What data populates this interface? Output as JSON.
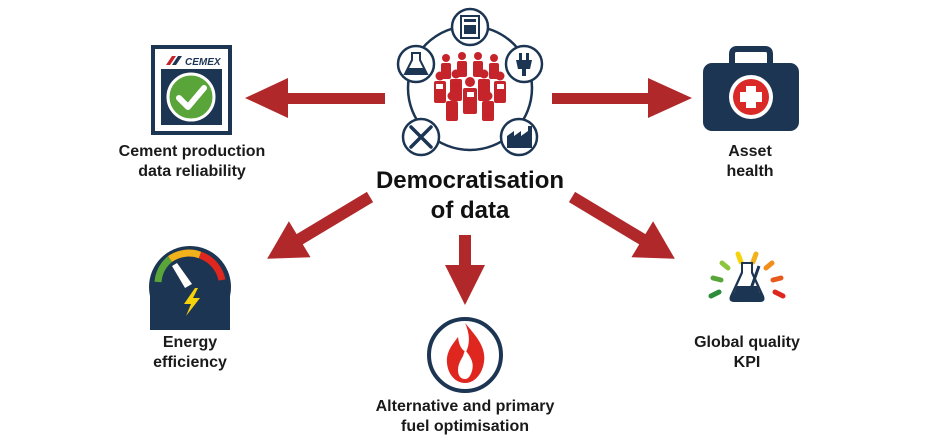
{
  "center": {
    "title_line1": "Democratisation",
    "title_line2": "of data"
  },
  "nodes": {
    "cement": {
      "line1": "Cement production",
      "line2": "data reliability",
      "logo_text": "CEMEX"
    },
    "asset": {
      "line1": "Asset",
      "line2": "health"
    },
    "energy": {
      "line1": "Energy",
      "line2": "efficiency"
    },
    "fuel": {
      "line1": "Alternative and primary",
      "line2": "fuel optimisation"
    },
    "quality": {
      "line1": "Global quality",
      "line2": "KPI"
    }
  },
  "colors": {
    "arrow": "#b0282a",
    "navy": "#1c3553",
    "green": "#5aa53a",
    "red_flame": "#e0271f",
    "people": "#c6242b"
  }
}
